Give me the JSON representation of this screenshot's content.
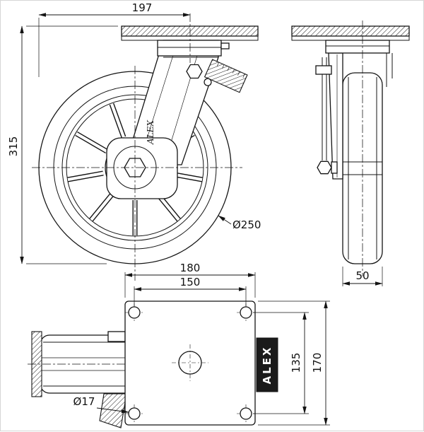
{
  "drawing": {
    "brand": "ALEX",
    "dimensions": {
      "swivel_offset_width": "197",
      "overall_height": "315",
      "wheel_diameter": "Ø250",
      "plate_length": "180",
      "bolt_hole_spacing_length": "150",
      "wheel_width": "50",
      "bolt_hole_spacing_width": "135",
      "plate_width": "170",
      "bolt_hole_diameter": "Ø17"
    }
  }
}
